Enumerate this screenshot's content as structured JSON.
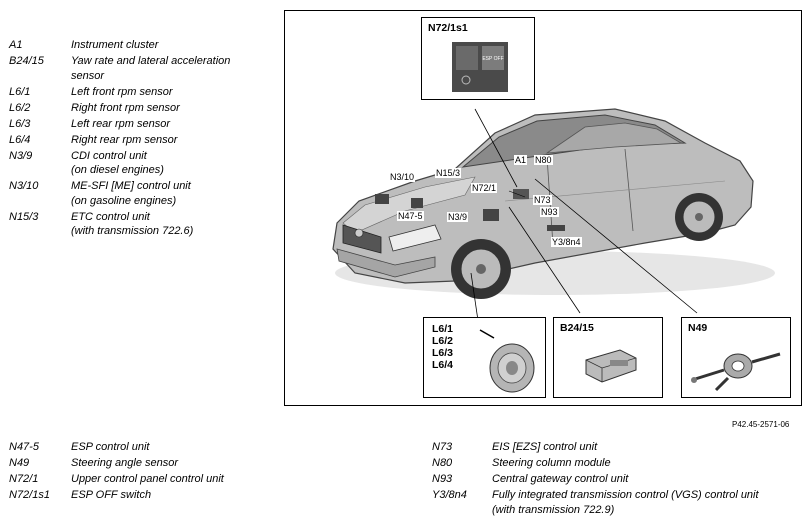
{
  "legend_top": [
    {
      "code": "A1",
      "desc": [
        "Instrument cluster"
      ]
    },
    {
      "code": "B24/15",
      "desc": [
        "Yaw rate and lateral acceleration",
        "sensor"
      ]
    },
    {
      "code": "L6/1",
      "desc": [
        "Left front rpm sensor"
      ]
    },
    {
      "code": "L6/2",
      "desc": [
        "Right front rpm sensor"
      ]
    },
    {
      "code": "L6/3",
      "desc": [
        "Left rear rpm sensor"
      ]
    },
    {
      "code": "L6/4",
      "desc": [
        "Right rear rpm sensor"
      ]
    },
    {
      "code": "N3/9",
      "desc": [
        "CDI control unit",
        "(on diesel engines)"
      ]
    },
    {
      "code": "N3/10",
      "desc": [
        "ME-SFI [ME] control unit",
        "(on gasoline engines)"
      ]
    },
    {
      "code": "N15/3",
      "desc": [
        "ETC control unit",
        "(with transmission 722.6)"
      ]
    }
  ],
  "legend_bottom_left": [
    {
      "code": "N47-5",
      "desc": [
        "ESP control unit"
      ]
    },
    {
      "code": "N49",
      "desc": [
        "Steering angle sensor"
      ]
    },
    {
      "code": "N72/1",
      "desc": [
        "Upper control panel control unit"
      ]
    },
    {
      "code": "N72/1s1",
      "desc": [
        "ESP OFF switch"
      ]
    }
  ],
  "legend_bottom_right": [
    {
      "code": "N73",
      "desc": [
        "EIS [EZS] control unit"
      ]
    },
    {
      "code": "N80",
      "desc": [
        "Steering column module"
      ]
    },
    {
      "code": "N93",
      "desc": [
        "Central gateway control unit"
      ]
    },
    {
      "code": "Y3/8n4",
      "desc": [
        "Fully integrated transmission control (VGS) control unit",
        "(with transmission 722.9)"
      ]
    }
  ],
  "figure": {
    "switch_box_title": "N72/1s1",
    "switch_text": "ESP OFF",
    "wheel_box_labels": [
      "L6/1",
      "L6/2",
      "L6/3",
      "L6/4"
    ],
    "sensor_box_title": "B24/15",
    "steering_box_title": "N49",
    "car_tags": [
      "A1",
      "N80",
      "N3/10",
      "N15/3",
      "N72/1",
      "N73",
      "N47-5",
      "N3/9",
      "N93",
      "Y3/8n4"
    ],
    "reference": "P42.45-2571-06"
  }
}
